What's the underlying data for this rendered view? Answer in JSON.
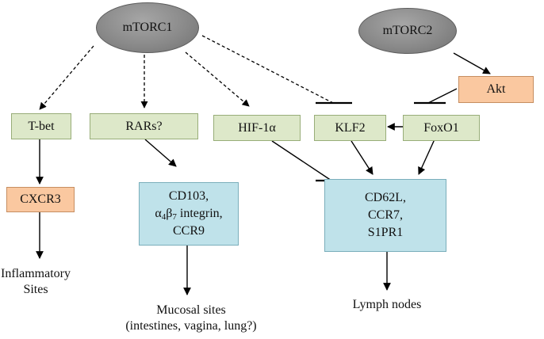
{
  "nodes": {
    "mtorc1": "mTORC1",
    "mtorc2": "mTORC2",
    "akt": "Akt",
    "tbet": "T-bet",
    "rars": "RARs?",
    "hif1a": "HIF-1α",
    "klf2": "KLF2",
    "foxo1": "FoxO1",
    "cxcr3": "CXCR3",
    "mucosal_box": {
      "line1": "CD103,",
      "line2_alpha": "α",
      "line2_alpha_sub": "4",
      "line2_beta": "β",
      "line2_beta_sub": "7",
      "line2_rest": " integrin,",
      "line3": "CCR9"
    },
    "lymph_box": {
      "line1": "CD62L,",
      "line2": "CCR7,",
      "line3": "S1PR1"
    }
  },
  "outcomes": {
    "inflammatory": [
      "Inflammatory",
      "Sites"
    ],
    "mucosal": [
      "Mucosal sites",
      "(intestines, vagina, lung?)"
    ],
    "lymph": "Lymph nodes"
  },
  "colors": {
    "ellipse": "#8a8a8a",
    "green_box": "#dde8c9",
    "orange_box": "#fac8a0",
    "blue_box": "#bfe2ea",
    "edge": "#000000"
  }
}
